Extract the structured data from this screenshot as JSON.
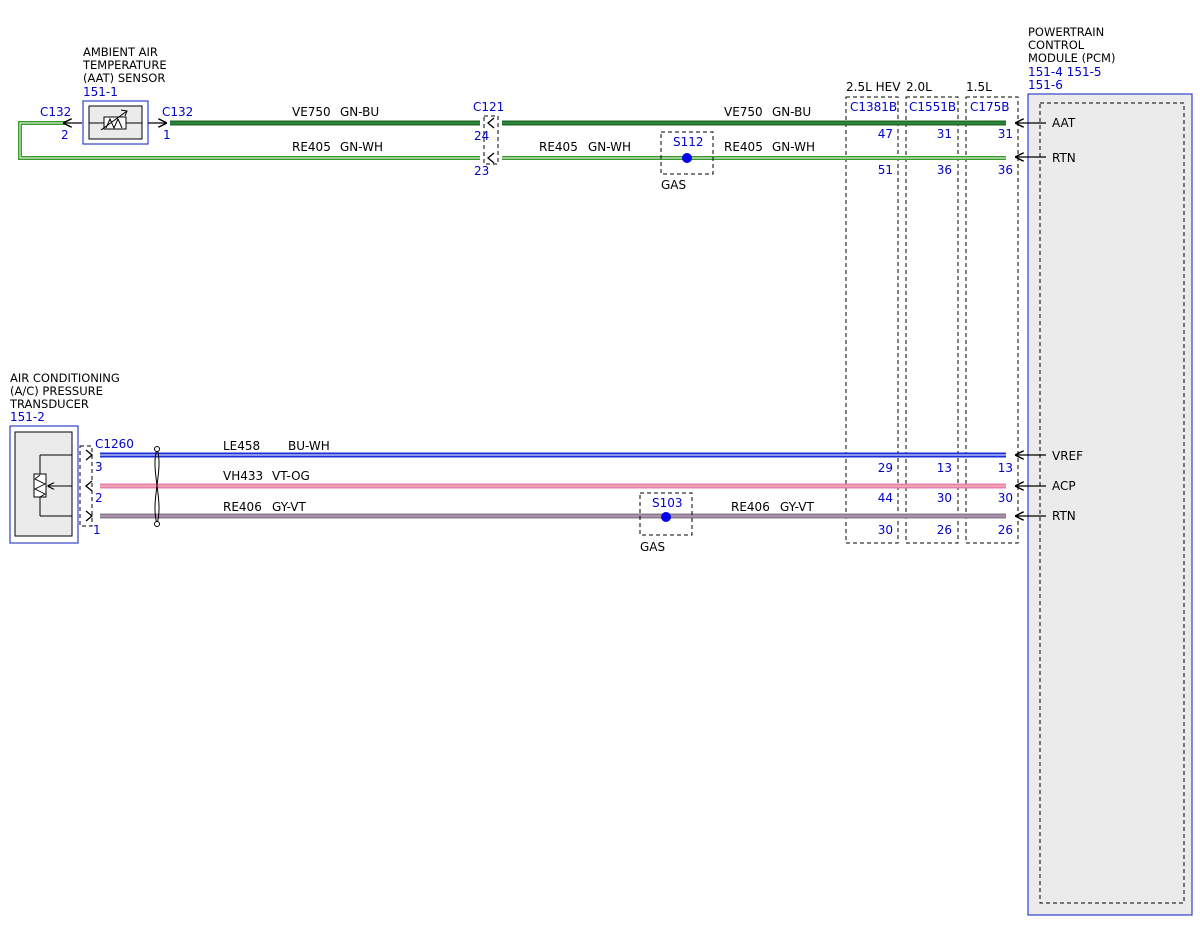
{
  "aat_sensor": {
    "title_lines": [
      "AMBIENT AIR",
      "TEMPERATURE",
      "(AAT) SENSOR"
    ],
    "ref": "151-1",
    "connector_left": "C132",
    "connector_right": "C132",
    "pin_left": "2",
    "pin_right": "1"
  },
  "ac_transducer": {
    "title_lines": [
      "AIR CONDITIONING",
      "(A/C) PRESSURE",
      "TRANSDUCER"
    ],
    "ref": "151-2",
    "connector": "C1260",
    "pins": [
      "3",
      "2",
      "1"
    ]
  },
  "pcm": {
    "title_lines": [
      "POWERTRAIN",
      "CONTROL",
      "MODULE (PCM)"
    ],
    "refs_line1": "151-4  151-5",
    "refs_line2": "151-6",
    "pins": [
      "AAT",
      "RTN",
      "VREF",
      "ACP",
      "RTN"
    ]
  },
  "c121": {
    "label": "C121",
    "pin_top": "24",
    "pin_bottom": "23"
  },
  "engines": [
    {
      "name": "2.5L HEV",
      "connector": "C1381B",
      "pins": [
        "47",
        "51",
        "29",
        "44",
        "30"
      ]
    },
    {
      "name": "2.0L",
      "connector": "C1551B",
      "pins": [
        "31",
        "36",
        "13",
        "30",
        "26"
      ]
    },
    {
      "name": "1.5L",
      "connector": "C175B",
      "pins": [
        "31",
        "36",
        "13",
        "30",
        "26"
      ]
    }
  ],
  "splices": [
    {
      "id": "S112",
      "note": "GAS"
    },
    {
      "id": "S103",
      "note": "GAS"
    }
  ],
  "wires": {
    "ve750_left": {
      "circuit": "VE750",
      "color": "GN-BU"
    },
    "ve750_right": {
      "circuit": "VE750",
      "color": "GN-BU"
    },
    "re405_a": {
      "circuit": "RE405",
      "color": "GN-WH"
    },
    "re405_b": {
      "circuit": "RE405",
      "color": "GN-WH"
    },
    "re405_c": {
      "circuit": "RE405",
      "color": "GN-WH"
    },
    "le458": {
      "circuit": "LE458",
      "color": "BU-WH"
    },
    "vh433": {
      "circuit": "VH433",
      "color": "VT-OG"
    },
    "re406_a": {
      "circuit": "RE406",
      "color": "GY-VT"
    },
    "re406_b": {
      "circuit": "RE406",
      "color": "GY-VT"
    }
  },
  "colors": {
    "gn_bu": "#1f6b2a",
    "gn_wh": "#3a9a2e",
    "bu_wh": "#1a2fd6",
    "vt_og": "#e77fb3",
    "gy_vt": "#8a7e8c",
    "component_outline": "#3344cc",
    "label_blue": "#0000cc"
  }
}
